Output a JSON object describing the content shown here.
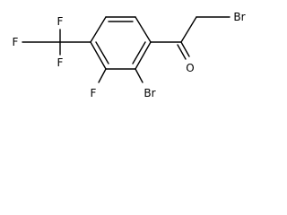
{
  "molecule": {
    "atoms": {
      "br_top": "Br",
      "o": "O",
      "br_ring": "Br",
      "f_ring": "F",
      "cf3_top": "F",
      "cf3_left": "F",
      "cf3_bottom": "F"
    },
    "colors": {
      "bond": "#000000",
      "label": "#000000",
      "background": "#ffffff"
    }
  }
}
